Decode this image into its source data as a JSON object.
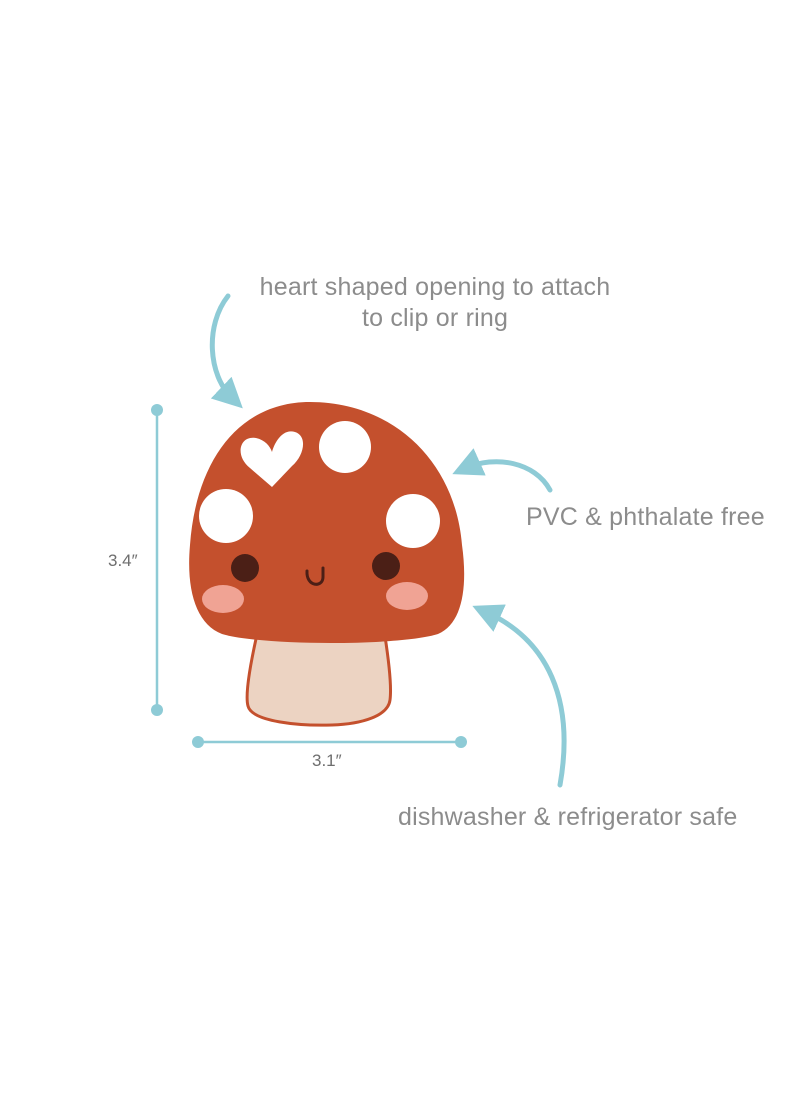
{
  "callouts": {
    "heart_opening": {
      "line1": "heart shaped opening to attach",
      "line2": "to clip or ring"
    },
    "material": "PVC & phthalate free",
    "care": "dishwasher & refrigerator safe"
  },
  "dimensions": {
    "height": "3.4″",
    "width": "3.1″"
  },
  "colors": {
    "text": "#8c8c8c",
    "accent_arrow": "#8ecbd6",
    "mushroom_cap": "#c4502d",
    "mushroom_stem": "#ecd3c2",
    "spots": "#ffffff",
    "cheeks": "#f0a394",
    "eyes": "#4b1f16"
  }
}
